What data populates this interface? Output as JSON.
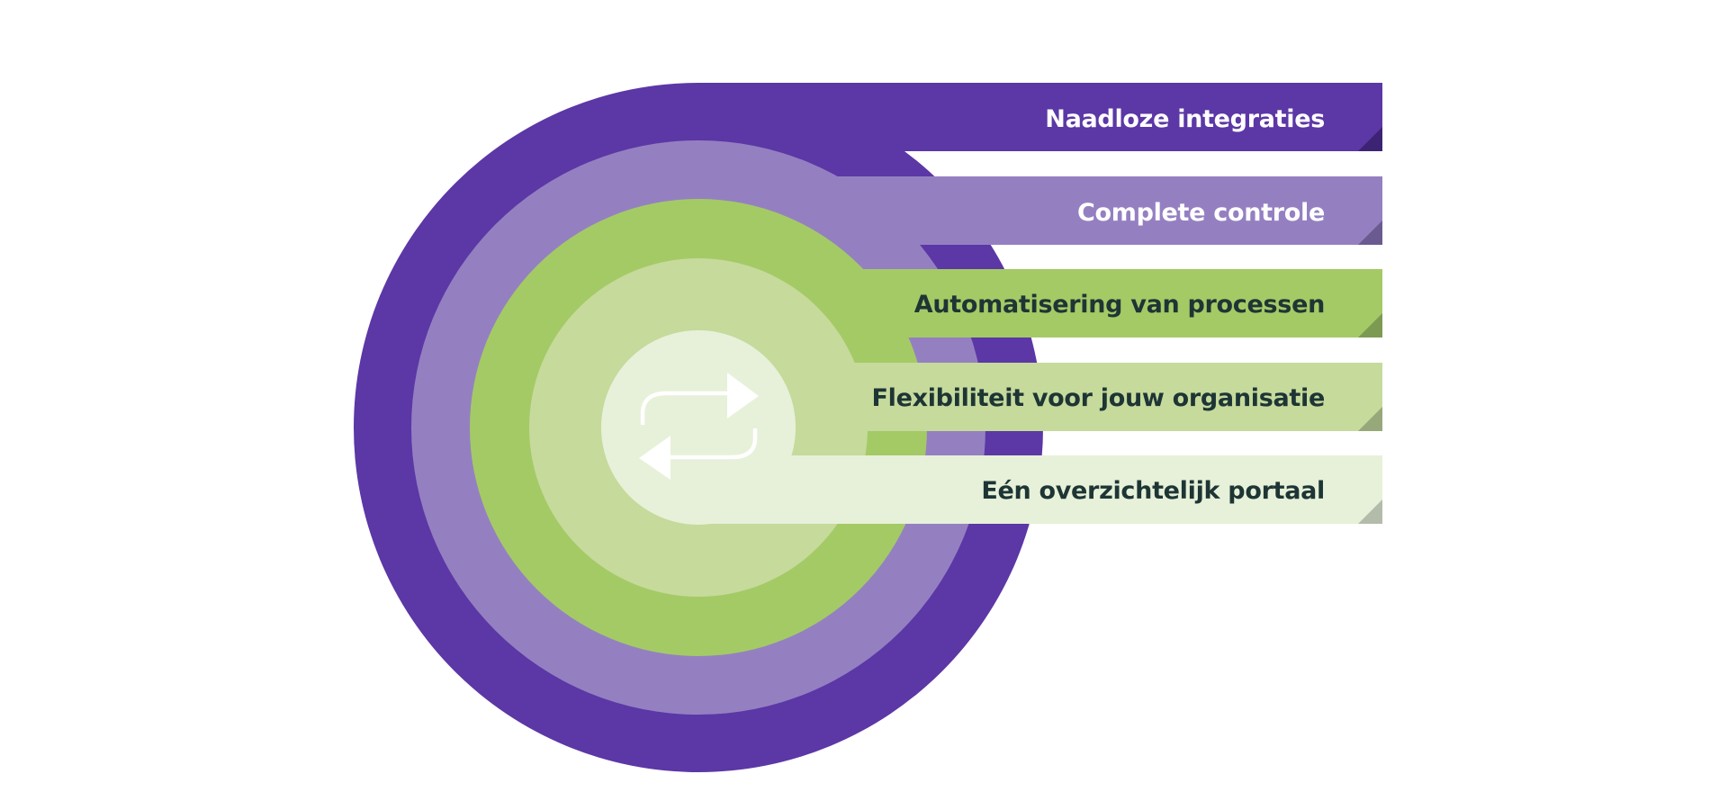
{
  "diagram": {
    "title": "",
    "center_icon": "swap-arrows-icon",
    "layers": [
      {
        "label": "Naadloze integraties",
        "color": "#5c37a6",
        "text_color": "#ffffff",
        "fold_color": "#3d2373"
      },
      {
        "label": "Complete controle",
        "color": "#9480c1",
        "text_color": "#ffffff",
        "fold_color": "#6b5a8f"
      },
      {
        "label": "Automatisering van processen",
        "color": "#a4ca66",
        "text_color": "#1e3535",
        "fold_color": "#7d9a52"
      },
      {
        "label": "Flexibiliteit voor jouw organisatie",
        "color": "#c6da9c",
        "text_color": "#1e3535",
        "fold_color": "#97a87a"
      },
      {
        "label": "Eén overzichtelijk portaal",
        "color": "#e7f1d9",
        "text_color": "#1e3535",
        "fold_color": "#b3bcaa"
      }
    ],
    "icon_color": "#ffffff"
  }
}
